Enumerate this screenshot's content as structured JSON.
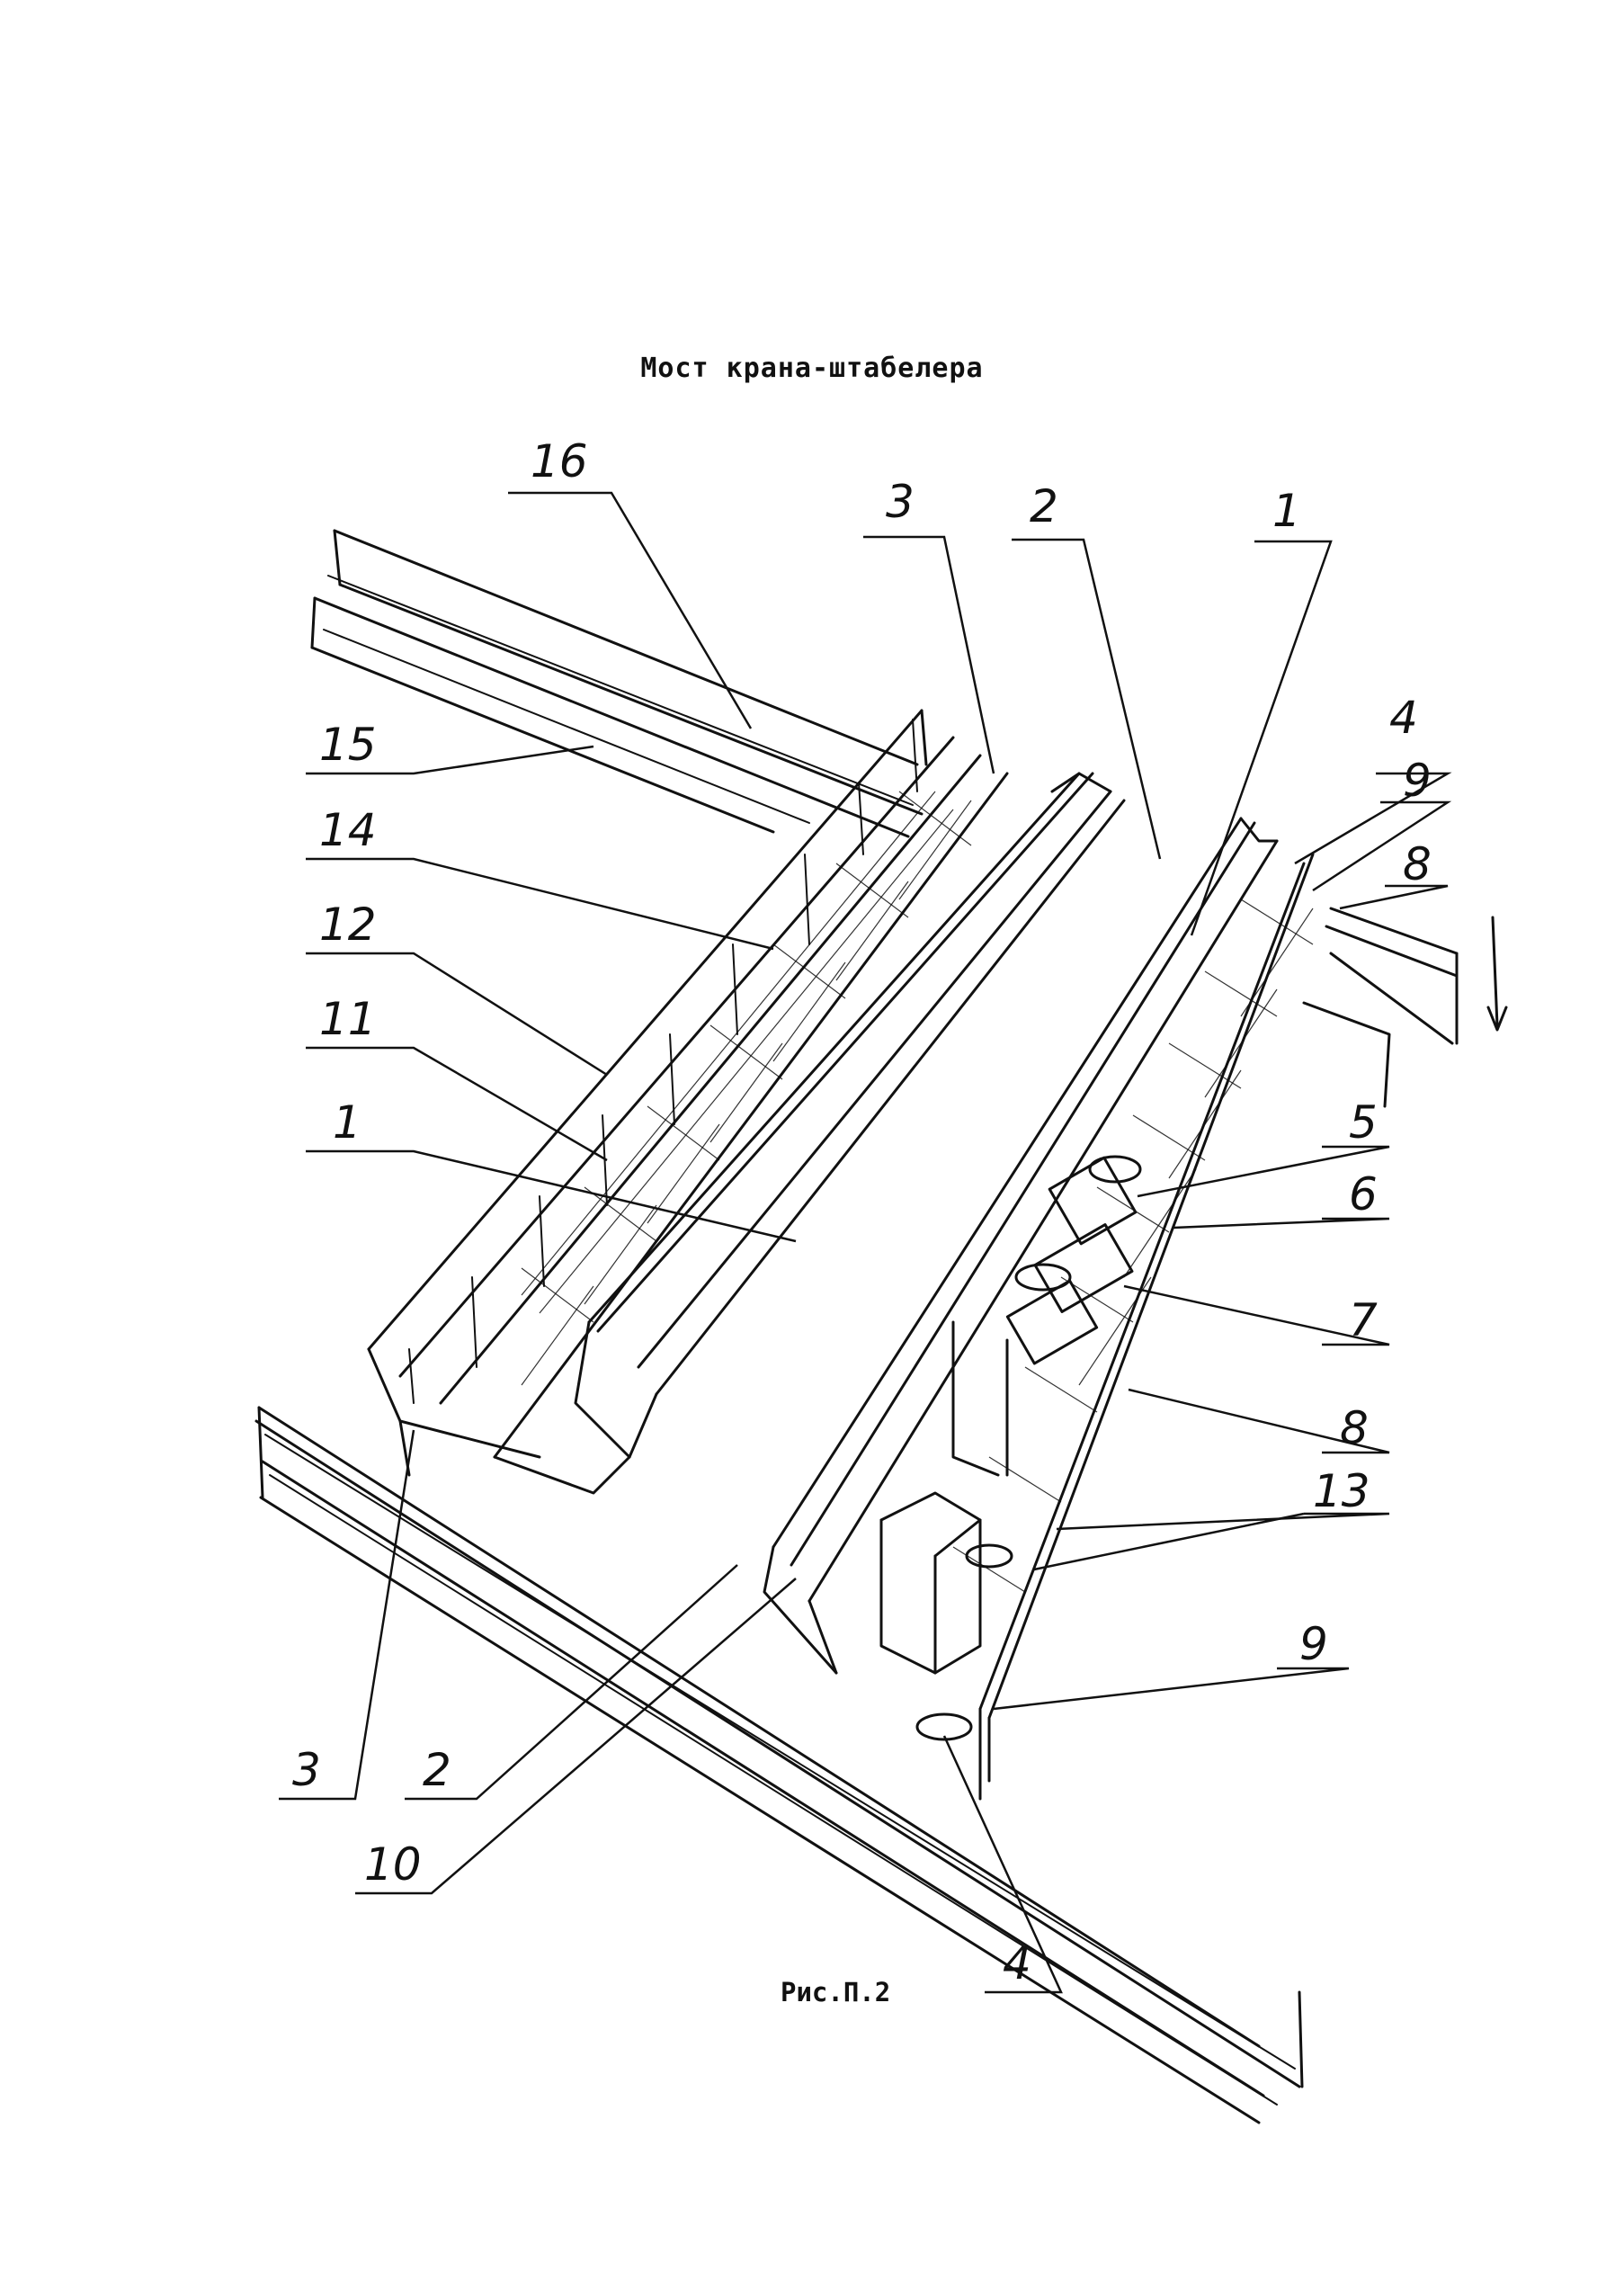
{
  "title": "Мост крана-штабелера",
  "caption": "Рис.П.2",
  "labels": [
    {
      "id": "label-16",
      "text": "16"
    },
    {
      "id": "label-3-top",
      "text": "3"
    },
    {
      "id": "label-2-top",
      "text": "2"
    },
    {
      "id": "label-1-top",
      "text": "1"
    },
    {
      "id": "label-15",
      "text": "15"
    },
    {
      "id": "label-14",
      "text": "14"
    },
    {
      "id": "label-12",
      "text": "12"
    },
    {
      "id": "label-11",
      "text": "11"
    },
    {
      "id": "label-1-left",
      "text": "1"
    },
    {
      "id": "label-4-top",
      "text": "4"
    },
    {
      "id": "label-9-top",
      "text": "9"
    },
    {
      "id": "label-8-top",
      "text": "8"
    },
    {
      "id": "label-5",
      "text": "5"
    },
    {
      "id": "label-6",
      "text": "6"
    },
    {
      "id": "label-7",
      "text": "7"
    },
    {
      "id": "label-8-mid",
      "text": "8"
    },
    {
      "id": "label-13",
      "text": "13"
    },
    {
      "id": "label-9-bottom",
      "text": "9"
    },
    {
      "id": "label-3-bottom",
      "text": "3"
    },
    {
      "id": "label-2-bottom",
      "text": "2"
    },
    {
      "id": "label-10",
      "text": "10"
    },
    {
      "id": "label-4-bottom",
      "text": "4"
    }
  ]
}
